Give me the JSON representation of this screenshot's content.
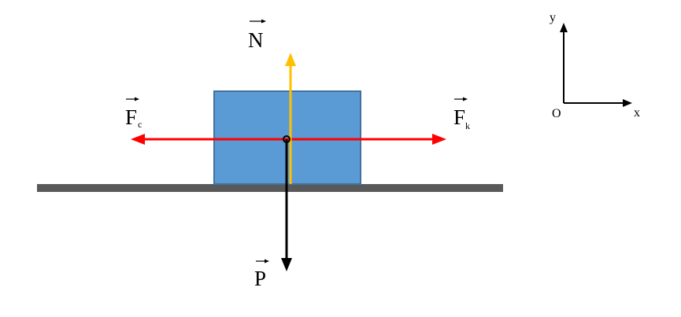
{
  "colors": {
    "ground": "#595959",
    "block_fill": "#5b9bd5",
    "block_stroke": "#41719c",
    "normal_force": "#ffc000",
    "friction_forces": "#ff0000",
    "weight": "#000000",
    "axes": "#000000"
  },
  "forces": {
    "normal": {
      "symbol": "N"
    },
    "weight": {
      "symbol": "P"
    },
    "left": {
      "symbol": "F",
      "subscript": "c"
    },
    "right": {
      "symbol": "F",
      "subscript": "k"
    }
  },
  "axes": {
    "origin_label": "O",
    "x_label": "x",
    "y_label": "y"
  }
}
